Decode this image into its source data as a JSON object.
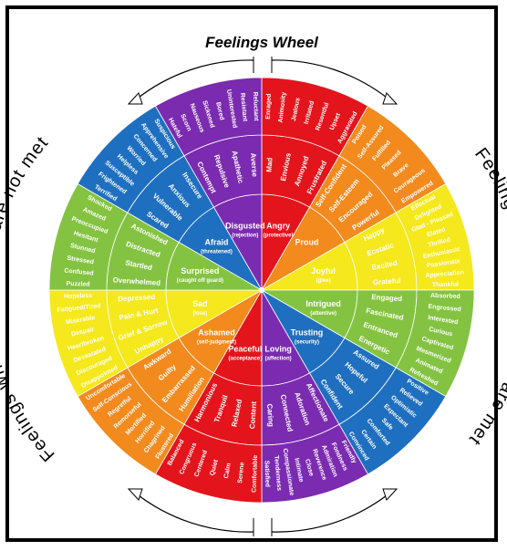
{
  "title": "Feelings Wheel",
  "left_caption": "Feelings when your needs are not met",
  "right_caption": "Feelings when your needs are met",
  "colors": {
    "red": "#e4141c",
    "orange": "#f28a1e",
    "yellow": "#f5e81c",
    "green": "#84c341",
    "blue": "#1f6fc0",
    "purple": "#7b2bb0"
  },
  "families": [
    {
      "core": "Angry",
      "sub": "(protective)",
      "color": "red",
      "tier2": [
        "Mad",
        "Envious",
        "Annoyed",
        "Frustrated"
      ],
      "tier3": [
        "Enraged",
        "Animosity",
        "Jealous",
        "Irritated",
        "Resentful",
        "Upset",
        "Aggravated"
      ]
    },
    {
      "core": "Proud",
      "sub": "",
      "color": "orange",
      "tier2": [
        "Self-Confident",
        "Self-Esteem",
        "Encouraged",
        "Powerful"
      ],
      "tier3": [
        "Poised",
        "Self-Assured",
        "Fulfilled",
        "Pleased",
        "Brave",
        "Courageous",
        "Empowered"
      ]
    },
    {
      "core": "Joyful",
      "sub": "(glee)",
      "color": "yellow",
      "tier2": [
        "Happy",
        "Ecstatic",
        "Excited",
        "Grateful"
      ],
      "tier3": [
        "Effectual",
        "Delighted",
        "Glad - Pleased",
        "Elated",
        "Thrilled",
        "Enthusiastic",
        "Passionate",
        "Appreciation",
        "Thankful"
      ]
    },
    {
      "core": "Intrigued",
      "sub": "(attentive)",
      "color": "green",
      "tier2": [
        "Engaged",
        "Fascinated",
        "Entranced",
        "Energetic"
      ],
      "tier3": [
        "Absorbed",
        "Engrossed",
        "Interested",
        "Curious",
        "Captivated",
        "Mesmerized",
        "Animated",
        "Refreshed"
      ]
    },
    {
      "core": "Trusting",
      "sub": "(security)",
      "color": "blue",
      "tier2": [
        "Assured",
        "Hopeful",
        "Secure",
        "Confident"
      ],
      "tier3": [
        "Positive",
        "Relieved",
        "Optimistic",
        "Expectant",
        "Safe",
        "Comforted",
        "Certain",
        "Convinced"
      ]
    },
    {
      "core": "Loving",
      "sub": "(affection)",
      "color": "purple",
      "tier2": [
        "Affectionate",
        "Adoration",
        "Connected",
        "Caring"
      ],
      "tier3": [
        "Friendly",
        "Fondness",
        "Admiration",
        "Reverence",
        "Close",
        "Intimate",
        "Compassionate",
        "Tenderness",
        "Satisfied"
      ]
    },
    {
      "core": "Peaceful",
      "sub": "(acceptance)",
      "color": "red",
      "tier2": [
        "Content",
        "Relaxed",
        "Tranquil",
        "Harmonious"
      ],
      "tier3": [
        "Comfortable",
        "Serene",
        "Calm",
        "Quiet",
        "Centered",
        "Congruous",
        "Balanced"
      ]
    },
    {
      "core": "Ashamed",
      "sub": "(self-judgment)",
      "color": "orange",
      "tier2": [
        "Humiliation",
        "Embarrassed",
        "Guilty",
        "Awkward"
      ],
      "tier3": [
        "Flustered",
        "Chagrined",
        "Horrified",
        "Mortified",
        "Remorseful",
        "Regretful",
        "Self-Conscious",
        "Uncomfortable"
      ]
    },
    {
      "core": "Sad",
      "sub": "(loss)",
      "color": "yellow",
      "tier2": [
        "Unhappy",
        "Grief & Sorrow",
        "Pain & Hurt",
        "Depressed"
      ],
      "tier3": [
        "Disappointed",
        "Discouraged",
        "Devastated",
        "Heartbroken",
        "Despair",
        "Miserable",
        "Fatigued/Tired",
        "Hopeless"
      ]
    },
    {
      "core": "Surprised",
      "sub": "(caught off guard)",
      "color": "green",
      "tier2": [
        "Overwhelmed",
        "Startled",
        "Distracted",
        "Astonished"
      ],
      "tier3": [
        "Puzzled",
        "Confused",
        "Stressed",
        "Stunned",
        "Hesitant",
        "Preoccupied",
        "Amazed",
        "Shocked"
      ]
    },
    {
      "core": "Afraid",
      "sub": "(threatened)",
      "color": "blue",
      "tier2": [
        "Scared",
        "Vulnerable",
        "Anxious",
        "Insecure"
      ],
      "tier3": [
        "Terrified",
        "Frightened",
        "Susceptible",
        "Helpless",
        "Worried",
        "Concerned",
        "Apprehensive",
        "Suspicious"
      ]
    },
    {
      "core": "Disgusted",
      "sub": "(rejection)",
      "color": "purple",
      "tier2": [
        "Contempt",
        "Repulsive",
        "Apathetic",
        "Averse"
      ],
      "tier3": [
        "Hateful",
        "Scorn",
        "Nauseous",
        "Sickened",
        "Bored",
        "Uninterested",
        "Resistant",
        "Reluctant"
      ]
    }
  ]
}
